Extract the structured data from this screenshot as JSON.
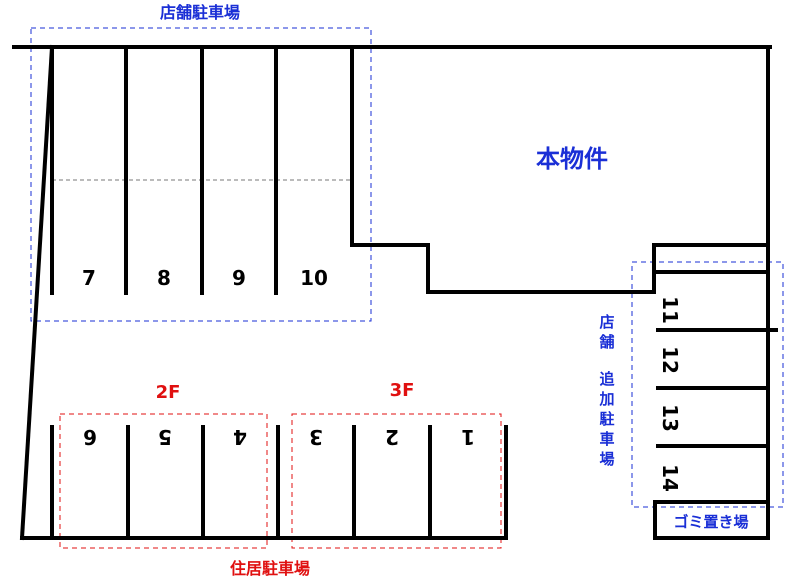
{
  "labels": {
    "store_parking": "店舗駐車場",
    "building": "本物件",
    "store_additional_parking_1": "店舗",
    "store_additional_parking_2": "追加駐車場",
    "residential_parking": "住居駐車場",
    "floor_2f": "2F",
    "floor_3f": "3F",
    "garbage": "ゴミ置き場"
  },
  "spaces": {
    "store_top": [
      "7",
      "8",
      "9",
      "10"
    ],
    "residential": [
      "6",
      "5",
      "4",
      "3",
      "2",
      "1"
    ],
    "side": [
      "11",
      "12",
      "13",
      "14"
    ]
  },
  "colors": {
    "blue_label": "#1a2fd6",
    "red_label": "#e01010",
    "lines": "#000000"
  }
}
